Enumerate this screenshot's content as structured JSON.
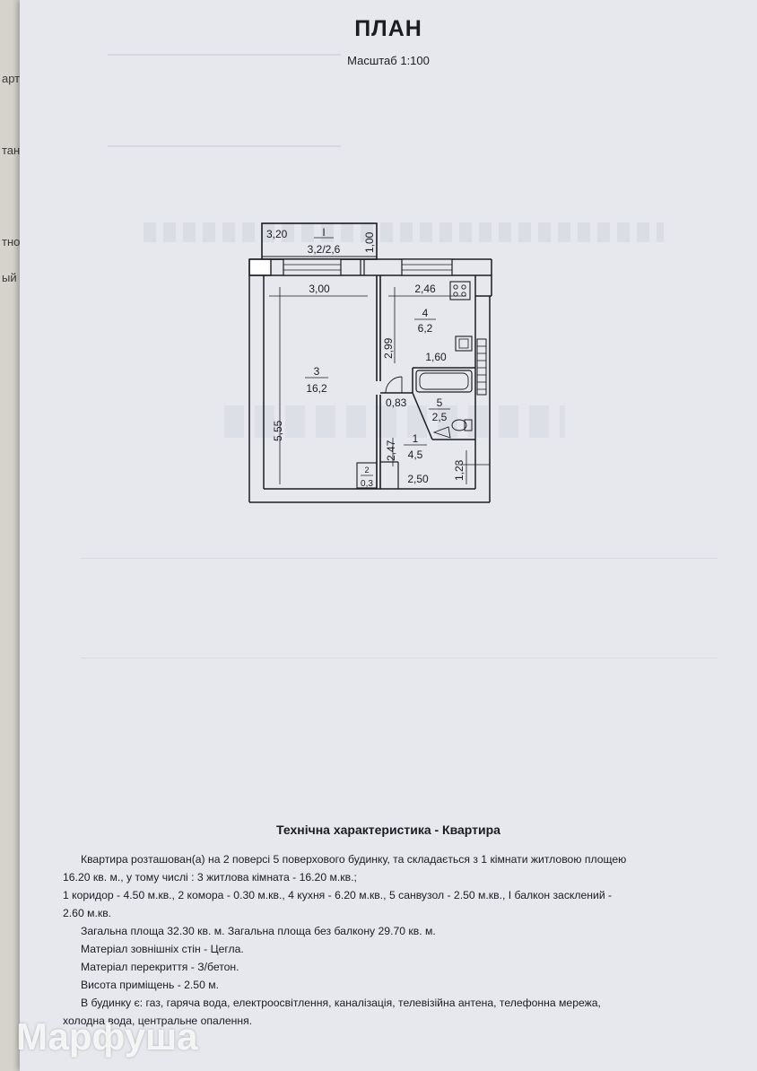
{
  "header": {
    "title": "ПЛАН",
    "scale": "Масштаб 1:100"
  },
  "underlying_sheet": {
    "fragments": [
      "арти",
      "тано",
      "тно",
      "ый"
    ]
  },
  "plan": {
    "balcony": {
      "number": "I",
      "area": "3,2/2,6",
      "width": "3,20",
      "depth": "1,00"
    },
    "rooms": [
      {
        "number": "3",
        "area": "16,2"
      },
      {
        "number": "4",
        "area": "6,2"
      },
      {
        "number": "5",
        "area": "2,5"
      },
      {
        "number": "1",
        "area": "4,5"
      },
      {
        "number": "2",
        "area": "0,3"
      }
    ],
    "dimensions": {
      "room3_width": "3,00",
      "room3_length": "5,55",
      "kitchen_width": "2,46",
      "kitchen_depth": "2,99",
      "bath_width": "1,60",
      "bath_depth": "0,83",
      "corridor_depth": "2,47",
      "corridor_width": "2,50",
      "corridor_side": "1,23"
    }
  },
  "tech": {
    "title": "Технічна характеристика - Квартира",
    "line1": "Квартира розташован(а) на 2 поверсі 5 поверхового будинку, та складається з 1 кімнати житловою площею",
    "line2": "16.20 кв. м., у тому числі : 3 житлова кімната - 16.20 м.кв.;",
    "line3": "1 коридор - 4.50 м.кв., 2 комора - 0.30 м.кв., 4 кухня - 6.20 м.кв., 5 санвузол - 2.50 м.кв., I балкон засклений -",
    "line4": "2.60 м.кв.",
    "total": "Загальна площа 32.30 кв. м.  Загальна площа без балкону 29.70 кв. м.",
    "walls": "Матеріал зовнішніх стін - Цегла.",
    "floors": "Матеріал перекриття - З/бетон.",
    "height": "Висота приміщень - 2.50 м.",
    "utilities1": "В будинку є: газ, гаряча вода, електроосвітлення, каналізація, телевізійна антена, телефонна мережа,",
    "utilities2": "холодна вода, центральне опалення."
  },
  "watermark": "Марфуша"
}
